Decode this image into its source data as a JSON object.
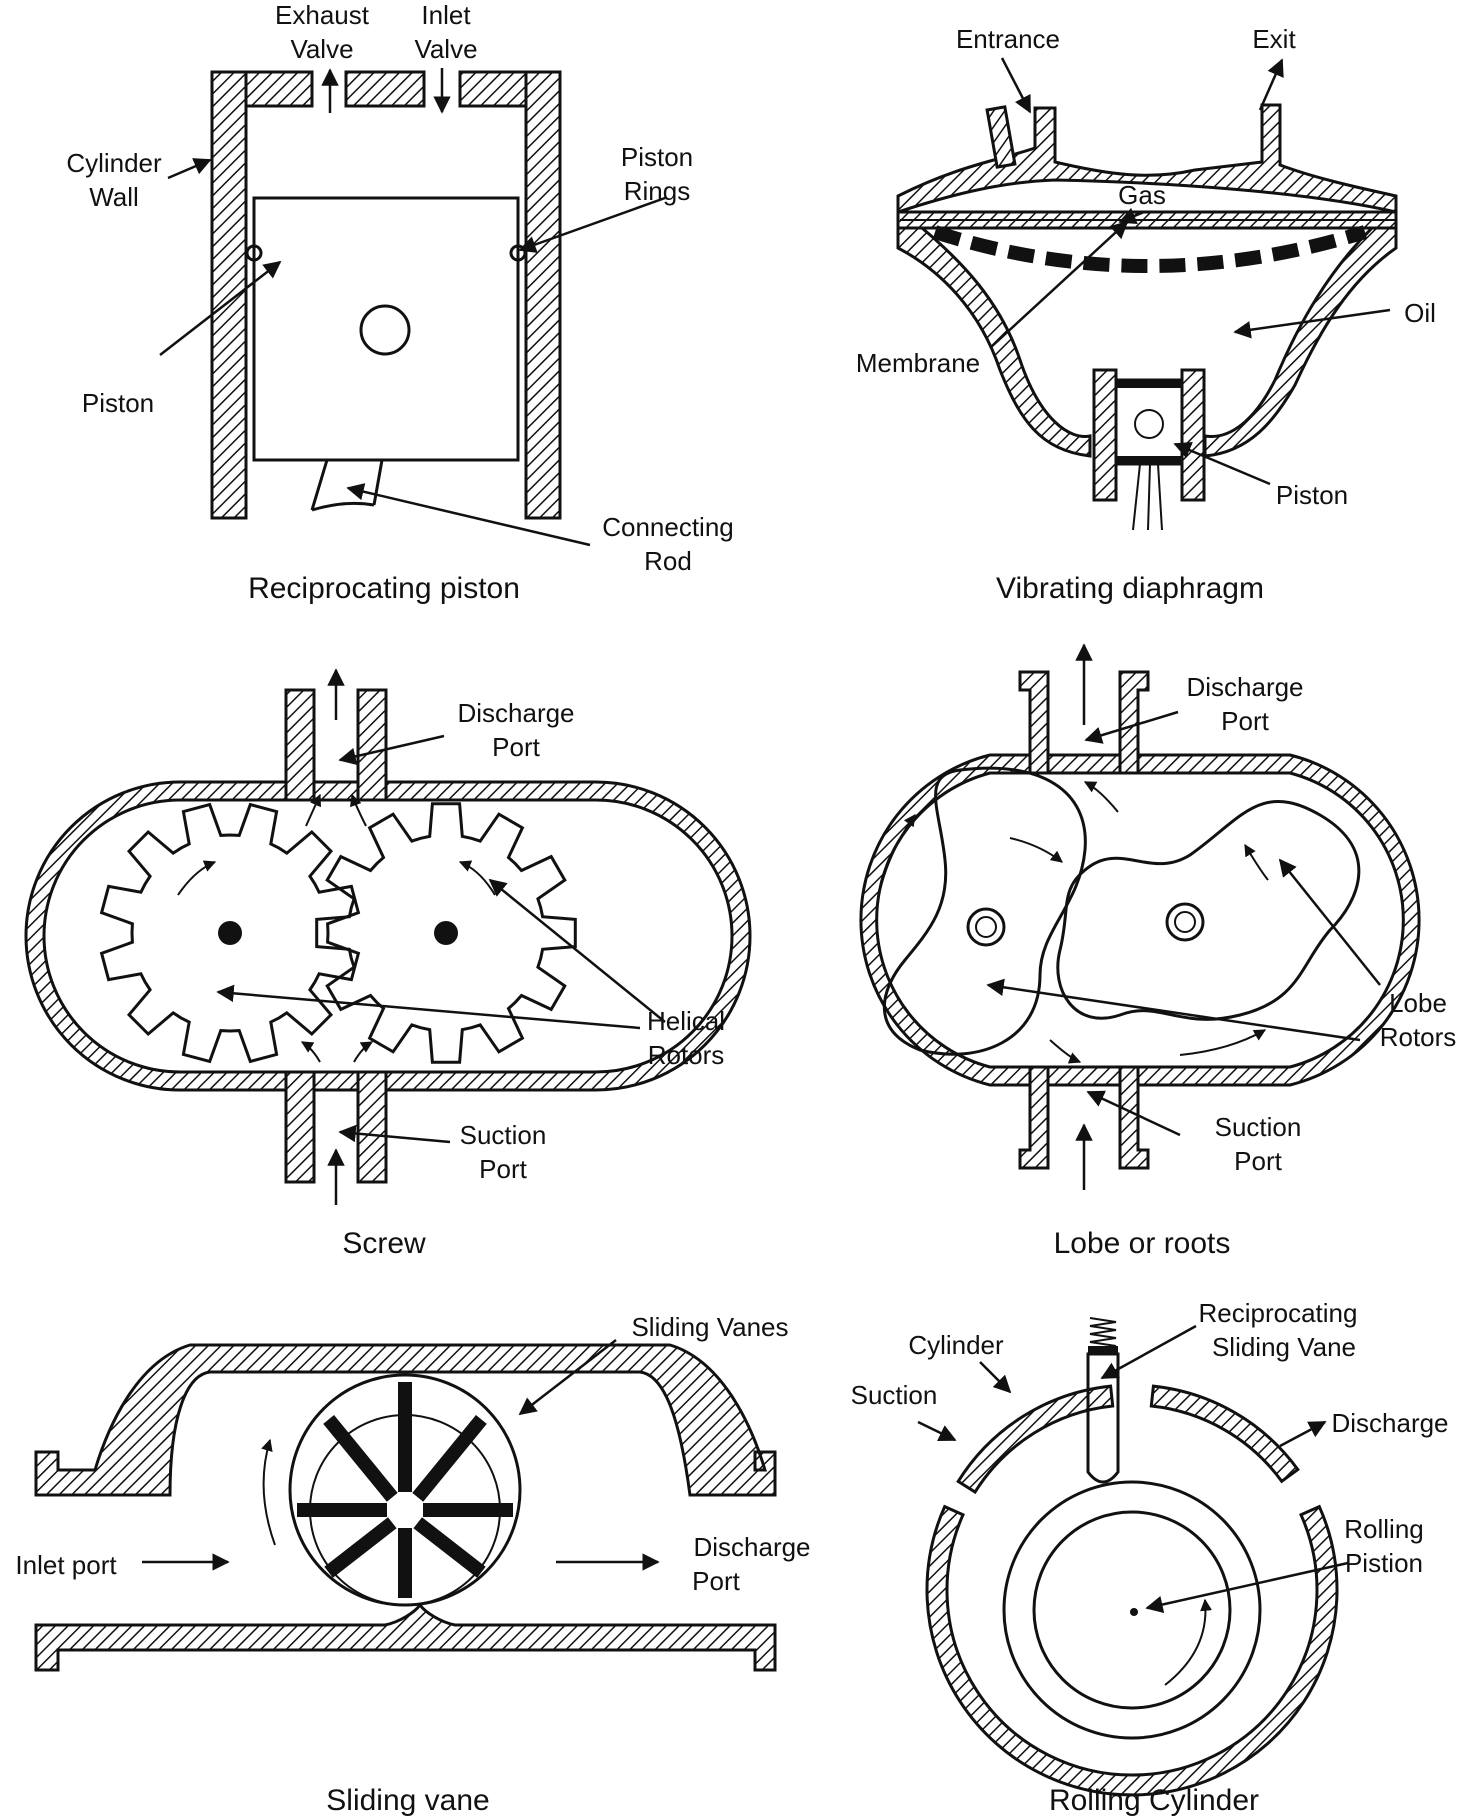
{
  "piston": {
    "exhaust_valve_1": "Exhaust",
    "exhaust_valve_2": "Valve",
    "inlet_valve_1": "Inlet",
    "inlet_valve_2": "Valve",
    "cylinder_wall_1": "Cylinder",
    "cylinder_wall_2": "Wall",
    "piston_rings_1": "Piston",
    "piston_rings_2": "Rings",
    "piston": "Piston",
    "connecting_rod_1": "Connecting",
    "connecting_rod_2": "Rod",
    "caption": "Reciprocating piston"
  },
  "diaphragm": {
    "entrance": "Entrance",
    "exit": "Exit",
    "gas": "Gas",
    "oil": "Oil",
    "membrane": "Membrane",
    "piston": "Piston",
    "caption": "Vibrating diaphragm"
  },
  "screw": {
    "discharge_1": "Discharge",
    "discharge_2": "Port",
    "rotors_1": "Helical",
    "rotors_2": "Rotors",
    "suction_1": "Suction",
    "suction_2": "Port",
    "caption": "Screw"
  },
  "lobe": {
    "discharge_1": "Discharge",
    "discharge_2": "Port",
    "rotors_1": "Lobe",
    "rotors_2": "Rotors",
    "suction_1": "Suction",
    "suction_2": "Port",
    "caption": "Lobe or roots"
  },
  "vane": {
    "sliding_vanes": "Sliding Vanes",
    "inlet": "Inlet port",
    "discharge_1": "Discharge",
    "discharge_2": "Port",
    "caption": "Sliding vane"
  },
  "rolling": {
    "cylinder": "Cylinder",
    "vane_1": "Reciprocating",
    "vane_2": "Sliding Vane",
    "suction": "Suction",
    "discharge": "Discharge",
    "piston_1": "Rolling",
    "piston_2": "Pistion",
    "caption": "Rolling Cylinder"
  }
}
